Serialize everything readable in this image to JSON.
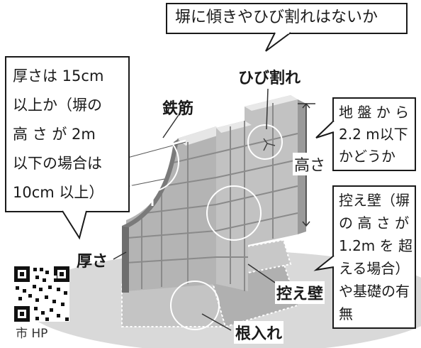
{
  "callouts": {
    "top": "塀に傾きやひび割れはないか",
    "thickness": "厚さは 15cm\n以上か（塀の\n高 さ が 2m\n以下の場合は\n10cm 以上）",
    "height": "地 盤 か ら\n2.2 m以下\nかどうか",
    "buttress": "控え壁（塀\nの 高 さ が\n1.2m を 超\nえる場合）\nや基礎の有\n無"
  },
  "labels": {
    "rebar": "鉄筋",
    "crack": "ひび割れ",
    "height": "高さ",
    "thickness": "厚さ",
    "buttress": "控え壁",
    "embed": "根入れ"
  },
  "qr": {
    "caption": "市 HP"
  },
  "colors": {
    "wall": "#b4b4b4",
    "joint": "#8a8a8a",
    "ground": "#d9d9d9",
    "ink": "#1a1a1a",
    "foundation": "#bdbdbd"
  }
}
